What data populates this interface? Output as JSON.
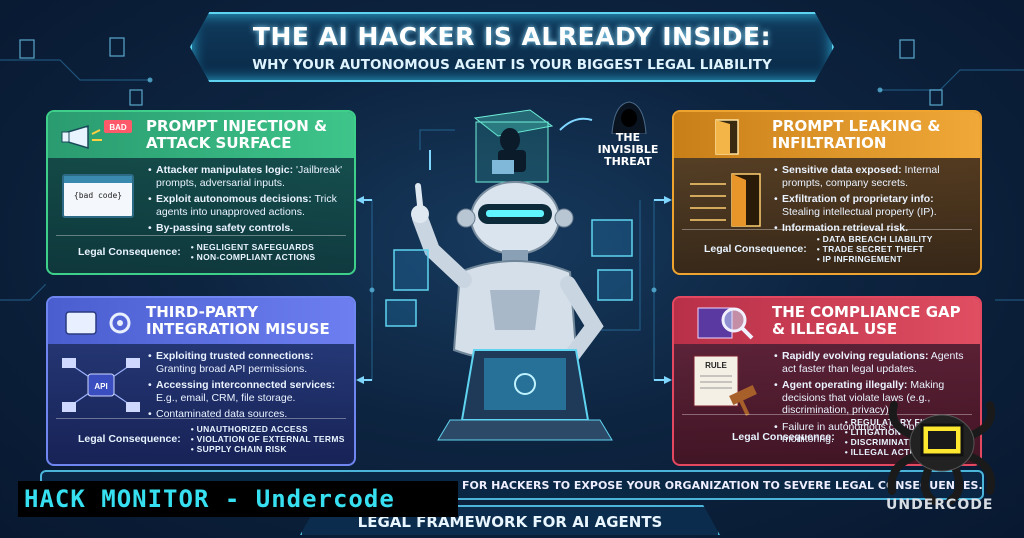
{
  "banner": {
    "title": "THE AI HACKER IS ALREADY INSIDE:",
    "subtitle": "WHY YOUR AUTONOMOUS AGENT IS YOUR BIGGEST LEGAL LIABILITY"
  },
  "invisible_threat": "THE INVISIBLE THREAT",
  "panels": {
    "injection": {
      "title": "PROMPT INJECTION & ATTACK SURFACE",
      "badge": "BAD",
      "code_label": "{bad code}",
      "b1_bold": "Attacker manipulates logic:",
      "b1_text": " 'Jailbreak' prompts, adversarial inputs.",
      "b2_bold": "Exploit autonomous decisions:",
      "b2_text": " Trick agents into unapproved actions.",
      "b3_bold": "By-passing safety controls.",
      "legal_label": "Legal Consequence:",
      "legal": [
        "NEGLIGENT SAFEGUARDS",
        "NON-COMPLIANT ACTIONS"
      ]
    },
    "thirdparty": {
      "title": "THIRD-PARTY INTEGRATION MISUSE",
      "api_label": "API",
      "b1_bold": "Exploiting trusted connections:",
      "b1_text": " Granting broad API permissions.",
      "b2_bold": "Accessing interconnected services:",
      "b2_text": " E.g., email, CRM, file storage.",
      "b3_text": "Contaminated data sources.",
      "legal_label": "Legal Consequence:",
      "legal": [
        "UNAUTHORIZED ACCESS",
        "VIOLATION OF EXTERNAL TERMS",
        "SUPPLY CHAIN RISK"
      ]
    },
    "leaking": {
      "title": "PROMPT LEAKING & INFILTRATION",
      "b1_bold": "Sensitive data exposed:",
      "b1_text": " Internal prompts, company secrets.",
      "b2_bold": "Exfiltration of proprietary info:",
      "b2_text": " Stealing intellectual property (IP).",
      "b3_bold": "Information retrieval risk.",
      "legal_label": "Legal Consequence:",
      "legal": [
        "DATA BREACH LIABILITY",
        "TRADE SECRET THEFT",
        "IP INFRINGEMENT"
      ]
    },
    "compliance": {
      "title": "THE COMPLIANCE GAP & ILLEGAL USE",
      "rule_label": "RULE",
      "b1_bold": "Rapidly evolving regulations:",
      "b1_text": " Agents act faster than legal updates.",
      "b2_bold": "Agent operating illegally:",
      "b2_text": " Making decisions that violate laws (e.g., discrimination, privacy).",
      "b3_text": "Failure in autonomous compliance monitoring.",
      "legal_label": "Legal Consequence:",
      "legal": [
        "REGULATORY FINES",
        "LITIGATION",
        "DISCRIMINATION",
        "ILLEGAL ACTIONS"
      ]
    }
  },
  "bottom_strip": "FOR HACKERS TO EXPOSE YOUR ORGANIZATION TO SEVERE LEGAL CONSEQUENCES.",
  "footer_title": "LEGAL FRAMEWORK FOR AI AGENTS",
  "watermark": "HACK MONITOR - Undercode",
  "logo": "UNDERCODE",
  "colors": {
    "background": "#0d2440",
    "accent_cyan": "#5fd4f0",
    "green": "#3ed08a",
    "blue": "#6f86f0",
    "orange": "#f0a430",
    "red": "#e44860",
    "watermark_text": "#37e0f0"
  }
}
